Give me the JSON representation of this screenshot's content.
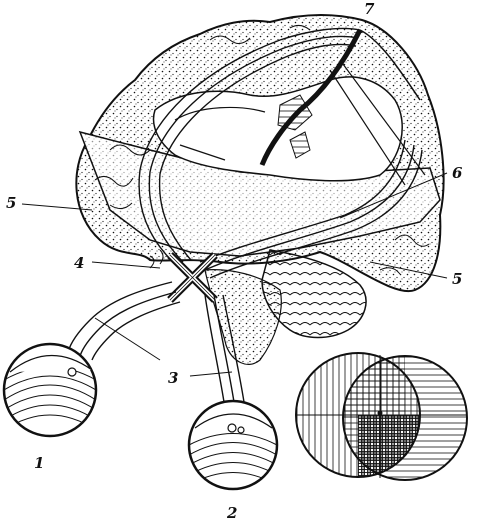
{
  "labels": {
    "eye_left": "1",
    "eye_right": "2",
    "optic_nerve": "3",
    "optic_chiasm": "4",
    "optic_tract_left": "5",
    "optic_tract_right": "5",
    "lateral_geniculate": "6",
    "visual_cortex": "7"
  },
  "colors": {
    "ink": "#111111",
    "paper": "#ffffff"
  }
}
